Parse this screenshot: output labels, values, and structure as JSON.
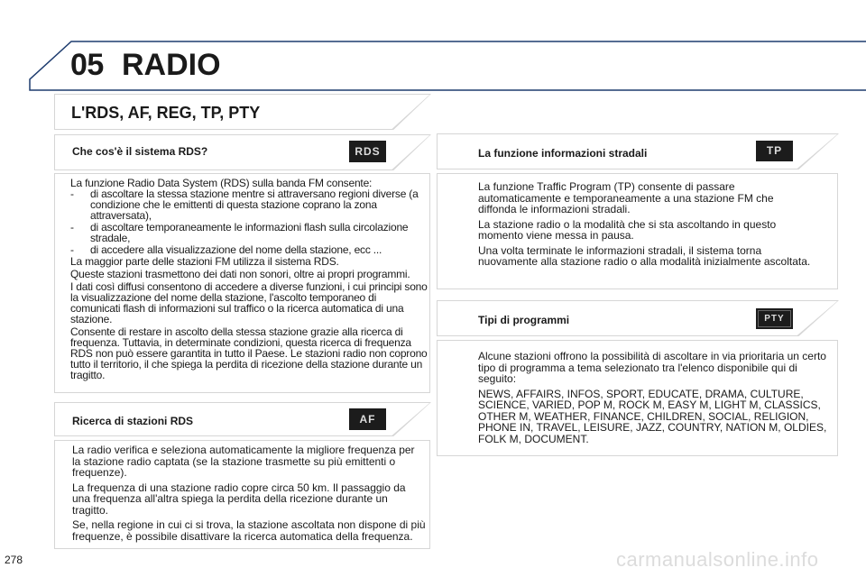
{
  "header": {
    "chapter": "05",
    "title": "RADIO"
  },
  "page_title": "L'RDS, AF, REG, TP, PTY",
  "sections": {
    "rds": {
      "heading": "Che cos'è il sistema RDS?",
      "badge": "RDS",
      "intro": "La funzione Radio Data System (RDS) sulla banda FM consente:",
      "items": [
        "di ascoltare la stessa stazione mentre si attraversano regioni diverse (a condizione che le emittenti di questa stazione coprano la zona attraversata),",
        "di ascoltare temporaneamente le informazioni flash sulla circolazione stradale,",
        "di accedere alla visualizzazione del nome della stazione, ecc ..."
      ],
      "paragraphs": [
        "La maggior parte delle stazioni FM utilizza il sistema RDS.",
        "Queste stazioni trasmettono dei dati non sonori, oltre ai propri programmi.",
        "I dati così diffusi consentono di accedere a diverse funzioni, i cui principi sono la visualizzazione del nome della stazione, l'ascolto temporaneo di comunicati flash di informazioni sul traffico o la ricerca automatica di una stazione.",
        "Consente di restare in ascolto della stessa stazione grazie alla ricerca di frequenza. Tuttavia, in determinate condizioni, questa ricerca di frequenza RDS non può essere garantita in tutto il Paese. Le stazioni radio non coprono tutto il territorio, il che spiega la perdita di ricezione della stazione durante un tragitto."
      ]
    },
    "af": {
      "heading": "Ricerca di stazioni RDS",
      "badge": "AF",
      "paragraphs": [
        "La radio verifica e seleziona automaticamente la migliore frequenza per la stazione radio captata (se la stazione trasmette su più emittenti o frequenze).",
        "La frequenza di una stazione radio copre circa 50 km. Il passaggio da una frequenza all'altra spiega la perdita della ricezione durante un tragitto.",
        "Se, nella regione in cui ci si trova, la stazione ascoltata non dispone di più frequenze, è possibile disattivare la ricerca automatica della frequenza."
      ]
    },
    "tp": {
      "heading": "La funzione informazioni stradali",
      "badge": "TP",
      "paragraphs": [
        "La funzione Traffic Program (TP) consente di passare automaticamente e temporaneamente a una stazione FM che diffonda le informazioni stradali.",
        "La stazione radio o la modalità che si sta ascoltando in questo momento viene messa in pausa.",
        "Una volta terminate le informazioni stradali, il sistema torna nuovamente alla stazione radio o alla modalità inizialmente ascoltata."
      ]
    },
    "pty": {
      "heading": "Tipi di programmi",
      "badge": "PTY",
      "paragraphs": [
        "Alcune stazioni offrono la possibilità di ascoltare in via prioritaria un certo tipo di programma a tema selezionato tra l'elenco disponibile qui di seguito:",
        "NEWS, AFFAIRS, INFOS, SPORT, EDUCATE, DRAMA, CULTURE, SCIENCE, VARIED, POP M, ROCK M, EASY M, LIGHT M, CLASSICS, OTHER M, WEATHER, FINANCE, CHILDREN, SOCIAL, RELIGION, PHONE IN, TRAVEL, LEISURE, JAZZ, COUNTRY, NATION M, OLDIES, FOLK M, DOCUMENT."
      ]
    }
  },
  "page_number": "278",
  "watermark": "carmanualsonline.info",
  "colors": {
    "header_border": "#1d3b6e",
    "box_border": "#d6d6d6",
    "badge": "#1c1c1c"
  }
}
